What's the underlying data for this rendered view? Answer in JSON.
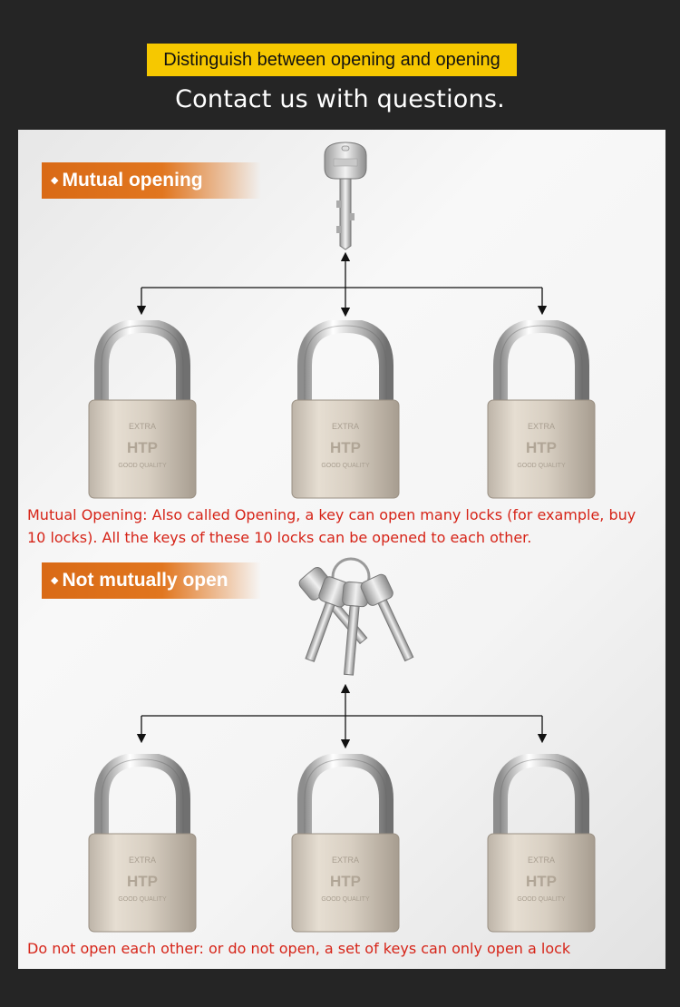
{
  "header": {
    "highlight": "Distinguish between opening and opening",
    "subtitle": "Contact us with questions."
  },
  "section1": {
    "tag": "Mutual opening",
    "description": "Mutual Opening: Also called Opening, a key can open many locks (for example, buy 10 locks). All the keys of these 10 locks can be opened to each other."
  },
  "section2": {
    "tag": "Not mutually open",
    "description": "Do not open each other: or do not open, a set of keys can only open a lock"
  },
  "lock_engraving": {
    "line1": "EXTRA",
    "line2": "HTP",
    "line3": "GOOD QUALITY"
  },
  "colors": {
    "background": "#252525",
    "highlight": "#f6c800",
    "tag": "#e1761f",
    "description_text": "#d62418"
  }
}
